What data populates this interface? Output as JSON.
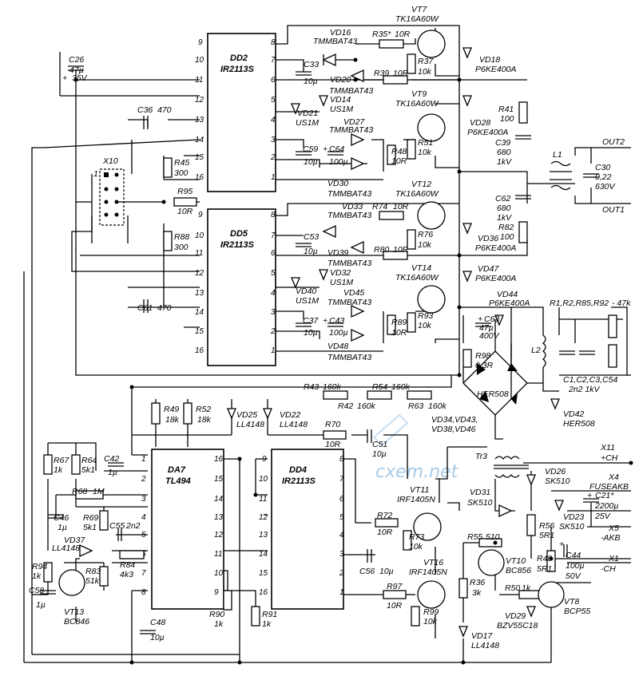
{
  "watermark": "cxem.net",
  "ics": {
    "dd2": {
      "ref": "DD2",
      "type": "IR2113S",
      "pins_left": [
        "9",
        "10",
        "11",
        "12",
        "13",
        "14",
        "15",
        "16"
      ],
      "pins_right": [
        "8",
        "7",
        "6",
        "5",
        "4",
        "3",
        "2",
        "1"
      ]
    },
    "dd5": {
      "ref": "DD5",
      "type": "IR2113S",
      "pins_left": [
        "9",
        "10",
        "11",
        "12",
        "13",
        "14",
        "15",
        "16"
      ],
      "pins_right": [
        "8",
        "7",
        "6",
        "5",
        "4",
        "3",
        "2",
        "1"
      ]
    },
    "da7": {
      "ref": "DA7",
      "type": "TL494",
      "pins_left": [
        "1",
        "2",
        "3",
        "4",
        "5",
        "6",
        "7",
        "8"
      ],
      "pins_right": [
        "16",
        "15",
        "14",
        "13",
        "12",
        "11",
        "10",
        "9"
      ]
    },
    "dd4": {
      "ref": "DD4",
      "type": "IR2113S",
      "pins_left": [
        "9",
        "10",
        "11",
        "12",
        "13",
        "14",
        "15",
        "16"
      ],
      "pins_right": [
        "8",
        "7",
        "6",
        "5",
        "4",
        "3",
        "2",
        "1"
      ]
    }
  },
  "parts": [
    {
      "id": "c26",
      "ref": "C26",
      "val": "47µ",
      "val2": "35V",
      "pol": "+"
    },
    {
      "id": "c36",
      "ref": "C36",
      "val": "470"
    },
    {
      "id": "x10",
      "ref": "X10",
      "pin1": "1"
    },
    {
      "id": "r45",
      "ref": "R45",
      "val": "300"
    },
    {
      "id": "r95",
      "ref": "R95",
      "val": "10R"
    },
    {
      "id": "r88",
      "ref": "R88",
      "val": "300"
    },
    {
      "id": "c61",
      "ref": "C61",
      "val": "470"
    },
    {
      "id": "c33",
      "ref": "C33",
      "val": "10µ"
    },
    {
      "id": "vd16",
      "ref": "VD16",
      "val": "TMMBAT43"
    },
    {
      "id": "vd20",
      "ref": "VD20",
      "val": "TMMBAT43"
    },
    {
      "id": "vd14",
      "ref": "VD14",
      "val": "US1M"
    },
    {
      "id": "vd21",
      "ref": "VD21",
      "val": "US1M"
    },
    {
      "id": "vd27",
      "ref": "VD27",
      "val": "TMMBAT43"
    },
    {
      "id": "c59",
      "ref": "C59",
      "val": "10µ"
    },
    {
      "id": "c64",
      "ref": "C64",
      "val": "100µ",
      "pol": "+"
    },
    {
      "id": "vd30",
      "ref": "VD30",
      "val": "TMMBAT43"
    },
    {
      "id": "r35",
      "ref": "R35*",
      "val": "10R"
    },
    {
      "id": "r37",
      "ref": "R37",
      "val": "10k"
    },
    {
      "id": "r39",
      "ref": "R39",
      "val": "10R"
    },
    {
      "id": "r48",
      "ref": "R48",
      "val": "10R"
    },
    {
      "id": "r51",
      "ref": "R51",
      "val": "10k"
    },
    {
      "id": "vt7",
      "ref": "VT7",
      "val": "TK16A60W"
    },
    {
      "id": "vt9",
      "ref": "VT9",
      "val": "TK16A60W"
    },
    {
      "id": "vd18",
      "ref": "VD18",
      "val": "P6KE400A"
    },
    {
      "id": "vd28",
      "ref": "VD28",
      "val": "P6KE400A"
    },
    {
      "id": "r41",
      "ref": "R41",
      "val": "100"
    },
    {
      "id": "c39",
      "ref": "C39",
      "val": "680",
      "val2": "1kV"
    },
    {
      "id": "l1",
      "ref": "L1"
    },
    {
      "id": "c30",
      "ref": "C30",
      "val": "0,22",
      "val2": "630V"
    },
    {
      "id": "out2",
      "ref": "OUT2"
    },
    {
      "id": "out1",
      "ref": "OUT1"
    },
    {
      "id": "c62",
      "ref": "C62",
      "val": "680",
      "val2": "1kV"
    },
    {
      "id": "r82",
      "ref": "R82",
      "val": "100"
    },
    {
      "id": "c53",
      "ref": "C53",
      "val": "10µ"
    },
    {
      "id": "vd33",
      "ref": "VD33",
      "val": "TMMBAT43"
    },
    {
      "id": "vd39",
      "ref": "VD39",
      "val": "TMMBAT43"
    },
    {
      "id": "vd32",
      "ref": "VD32",
      "val": "US1M"
    },
    {
      "id": "vd40",
      "ref": "VD40",
      "val": "US1M"
    },
    {
      "id": "vd45",
      "ref": "VD45",
      "val": "TMMBAT43"
    },
    {
      "id": "c37",
      "ref": "C37",
      "val": "10µ"
    },
    {
      "id": "c43",
      "ref": "C43",
      "val": "100µ",
      "pol": "+"
    },
    {
      "id": "vd48",
      "ref": "VD48",
      "val": "TMMBAT43"
    },
    {
      "id": "r74",
      "ref": "R74",
      "val": "10R"
    },
    {
      "id": "r76",
      "ref": "R76",
      "val": "10k"
    },
    {
      "id": "r80",
      "ref": "R80",
      "val": "10R"
    },
    {
      "id": "r89",
      "ref": "R89",
      "val": "10R"
    },
    {
      "id": "r93",
      "ref": "R93",
      "val": "10k"
    },
    {
      "id": "vt12",
      "ref": "VT12",
      "val": "TK16A60W"
    },
    {
      "id": "vt14",
      "ref": "VT14",
      "val": "TK16A60W"
    },
    {
      "id": "vd36",
      "ref": "VD36",
      "val": "P6KE400A"
    },
    {
      "id": "vd47",
      "ref": "VD47",
      "val": "P6KE400A"
    },
    {
      "id": "vd44",
      "ref": "VD44",
      "val": "P6KE400A"
    },
    {
      "id": "c63",
      "ref": "C63",
      "val": "47µ",
      "val2": "400V",
      "pol": "+"
    },
    {
      "id": "r98",
      "ref": "R98",
      "val": "0,3R"
    },
    {
      "id": "l2",
      "ref": "L2"
    },
    {
      "id": "r1",
      "ref": "R1,R2,R85,R92",
      "val": "- 47k"
    },
    {
      "id": "c1",
      "ref": "C1,C2,C3,C54",
      "val": "2n2 1kV"
    },
    {
      "id": "her",
      "ref": "HER508"
    },
    {
      "id": "bridge",
      "ref": "VD34,VD43,",
      "val": "VD38,VD46"
    },
    {
      "id": "vd42",
      "ref": "VD42",
      "val": "HER508"
    },
    {
      "id": "r43",
      "ref": "R43",
      "val": "160k"
    },
    {
      "id": "r42",
      "ref": "R42",
      "val": "160k"
    },
    {
      "id": "r54",
      "ref": "R54",
      "val": "160k"
    },
    {
      "id": "r63",
      "ref": "R63",
      "val": "160k"
    },
    {
      "id": "r49",
      "ref": "R49",
      "val": "18k"
    },
    {
      "id": "r52",
      "ref": "R52",
      "val": "18k"
    },
    {
      "id": "vd25",
      "ref": "VD25",
      "val": "LL4148"
    },
    {
      "id": "vd22",
      "ref": "VD22",
      "val": "LL4148"
    },
    {
      "id": "r70",
      "ref": "R70",
      "val": "10R"
    },
    {
      "id": "c51",
      "ref": "C51",
      "val": "10µ"
    },
    {
      "id": "r67",
      "ref": "R67",
      "val": "1k"
    },
    {
      "id": "r64",
      "ref": "R64",
      "val": "5k1"
    },
    {
      "id": "c42",
      "ref": "C42",
      "val": "1µ"
    },
    {
      "id": "r68",
      "ref": "R68",
      "val": "1M"
    },
    {
      "id": "c46",
      "ref": "C46",
      "val": "1µ"
    },
    {
      "id": "r69",
      "ref": "R69",
      "val": "5k1"
    },
    {
      "id": "c55",
      "ref": "C55",
      "val": "2n2"
    },
    {
      "id": "vd37",
      "ref": "VD37",
      "val": "LL4148"
    },
    {
      "id": "r84",
      "ref": "R84",
      "val": "4k3"
    },
    {
      "id": "r83",
      "ref": "R83",
      "val": "51k"
    },
    {
      "id": "r94",
      "ref": "R94",
      "val": "1k"
    },
    {
      "id": "c58",
      "ref": "C58",
      "val": "1µ"
    },
    {
      "id": "vt13",
      "ref": "VT13",
      "val": "BC846"
    },
    {
      "id": "c48",
      "ref": "C48",
      "val": "10µ"
    },
    {
      "id": "r90",
      "ref": "R90",
      "val": "1k"
    },
    {
      "id": "r91",
      "ref": "R91",
      "val": "1k"
    },
    {
      "id": "r72",
      "ref": "R72",
      "val": "10R"
    },
    {
      "id": "r73",
      "ref": "R73",
      "val": "10k"
    },
    {
      "id": "vt11",
      "ref": "VT11",
      "val": "IRF1405N"
    },
    {
      "id": "c56",
      "ref": "C56",
      "val": "10µ"
    },
    {
      "id": "vt16",
      "ref": "VT16",
      "val": "IRF1405N"
    },
    {
      "id": "r97",
      "ref": "R97",
      "val": "10R"
    },
    {
      "id": "r99",
      "ref": "R99",
      "val": "10k"
    },
    {
      "id": "tr3",
      "ref": "Tr3"
    },
    {
      "id": "vd26",
      "ref": "VD26",
      "val": "SK510"
    },
    {
      "id": "vd31",
      "ref": "VD31",
      "val": "SK510"
    },
    {
      "id": "vd23",
      "ref": "VD23",
      "val": "SK510"
    },
    {
      "id": "r56",
      "ref": "R56",
      "val": "5R1"
    },
    {
      "id": "c21",
      "ref": "C21*",
      "val": "2200µ",
      "val2": "25V",
      "pol": "+"
    },
    {
      "id": "r55",
      "ref": "R55",
      "val": "510"
    },
    {
      "id": "vt10",
      "ref": "VT10",
      "val": "BC856"
    },
    {
      "id": "r48b",
      "ref": "R48",
      "val": "5R1"
    },
    {
      "id": "c44",
      "ref": "C44",
      "val": "100µ",
      "val2": "50V",
      "pol": "+"
    },
    {
      "id": "r36",
      "ref": "R36",
      "val": "3k"
    },
    {
      "id": "r50",
      "ref": "R50",
      "val": "1k"
    },
    {
      "id": "vt8",
      "ref": "VT8",
      "val": "BCP55"
    },
    {
      "id": "vd29",
      "ref": "VD29",
      "val": "BZV55C18"
    },
    {
      "id": "vd17",
      "ref": "VD17",
      "val": "LL4148"
    }
  ],
  "connectors": {
    "x11": {
      "ref": "X11",
      "label": "+CH"
    },
    "x4": {
      "ref": "X4",
      "label": "FUSEAKB"
    },
    "x5": {
      "ref": "X5",
      "label": "-AKB"
    },
    "x1": {
      "ref": "X1",
      "label": "-CH"
    }
  }
}
